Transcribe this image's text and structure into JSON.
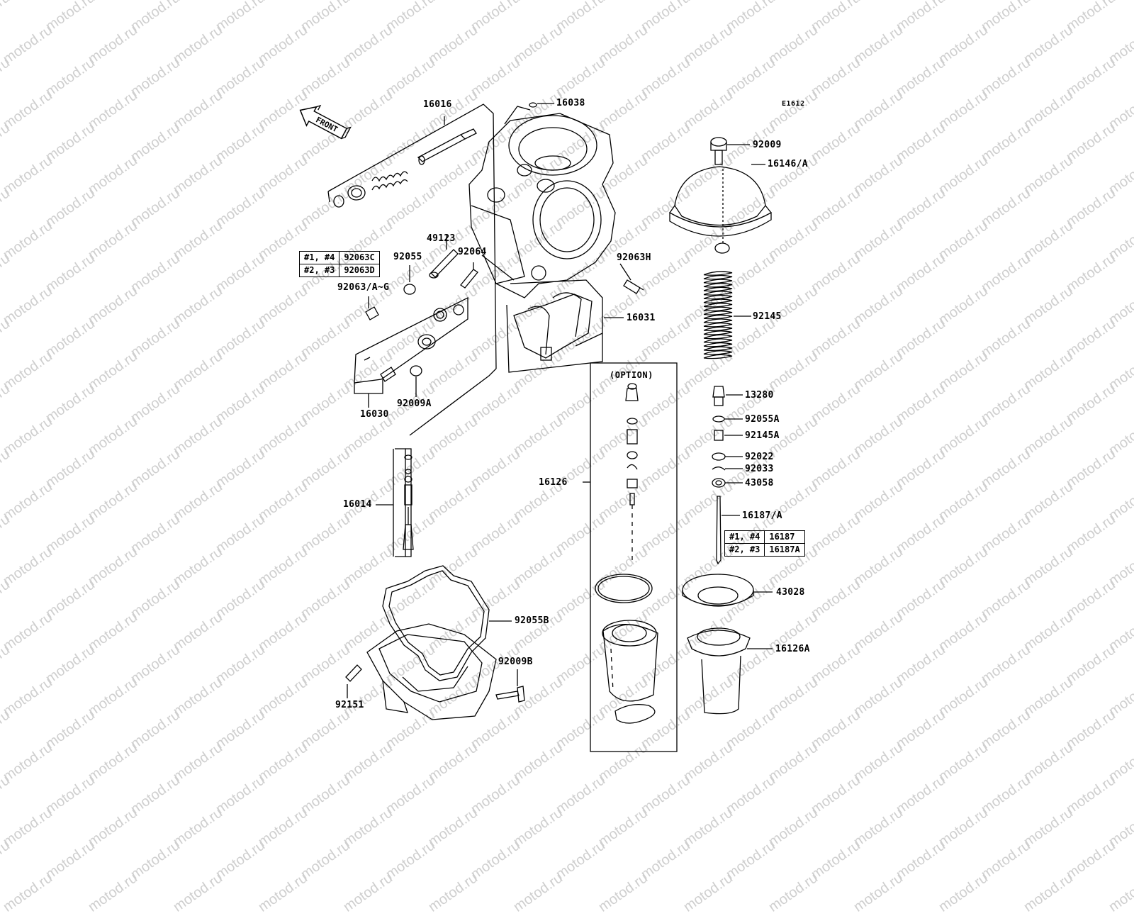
{
  "figure_code": "E1612",
  "front_arrow": "FRONT",
  "option_box_title": "(OPTION)",
  "watermark_text": "motod.ru",
  "part_labels": {
    "p16016": "16016",
    "p16038": "16038",
    "p92009": "92009",
    "p16146A": "16146/A",
    "p49123": "49123",
    "p92055": "92055",
    "p92064": "92064",
    "p92063H": "92063H",
    "p92063AG": "92063/A~G",
    "p16031": "16031",
    "p92145": "92145",
    "p16030": "16030",
    "p92009A": "92009A",
    "p13280": "13280",
    "p92055A": "92055A",
    "p92145A": "92145A",
    "p92022": "92022",
    "p92033": "92033",
    "p43058": "43058",
    "p16187A": "16187/A",
    "p16014": "16014",
    "p16126": "16126",
    "p43028": "43028",
    "p92055B": "92055B",
    "p16126A": "16126A",
    "p92009B": "92009B",
    "p92151": "92151"
  },
  "table_92063": {
    "rows": [
      {
        "cyl": "#1, #4",
        "part": "92063C"
      },
      {
        "cyl": "#2, #3",
        "part": "92063D"
      }
    ]
  },
  "table_16187": {
    "rows": [
      {
        "cyl": "#1, #4",
        "part": "16187"
      },
      {
        "cyl": "#2, #3",
        "part": "16187A"
      }
    ]
  }
}
